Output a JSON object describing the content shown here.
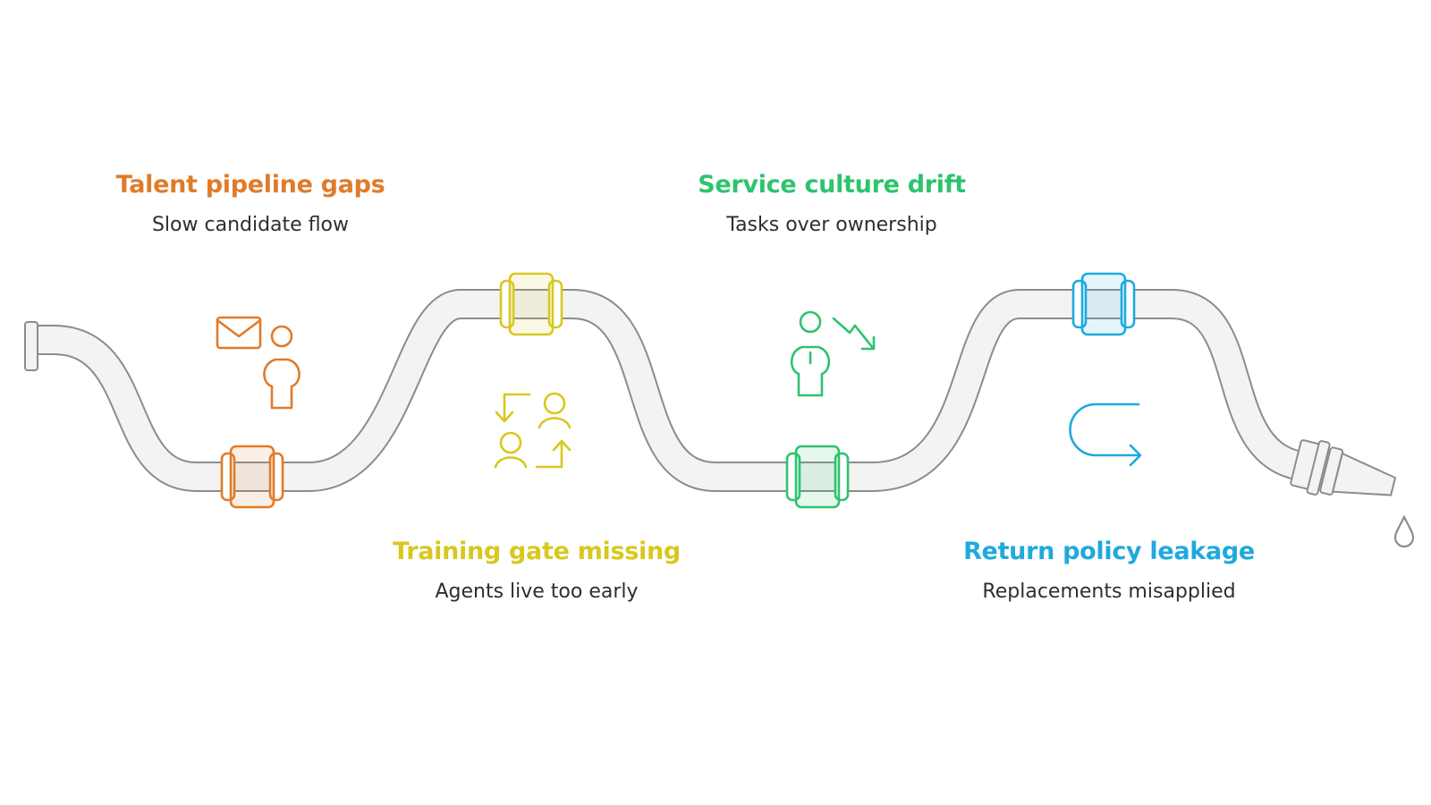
{
  "colors": {
    "orange": "#e07b2a",
    "yellow": "#d8c81f",
    "green": "#2ec36e",
    "blue": "#1fa9de",
    "pipe_outline": "#8c8c8c",
    "pipe_fill": "#f3f3f3"
  },
  "stages": [
    {
      "title": "Talent pipeline gaps",
      "subtitle": "Slow candidate flow",
      "icon": "envelope-person-icon",
      "color": "#e07b2a"
    },
    {
      "title": "Training gate missing",
      "subtitle": "Agents live too early",
      "icon": "swap-people-icon",
      "color": "#d8c81f"
    },
    {
      "title": "Service culture drift",
      "subtitle": "Tasks over ownership",
      "icon": "person-trend-down-icon",
      "color": "#2ec36e"
    },
    {
      "title": "Return policy leakage",
      "subtitle": "Replacements misapplied",
      "icon": "u-turn-arrow-icon",
      "color": "#1fa9de"
    }
  ],
  "decor_icons": [
    "pipe-inlet-icon",
    "nozzle-icon",
    "water-drop-icon"
  ]
}
